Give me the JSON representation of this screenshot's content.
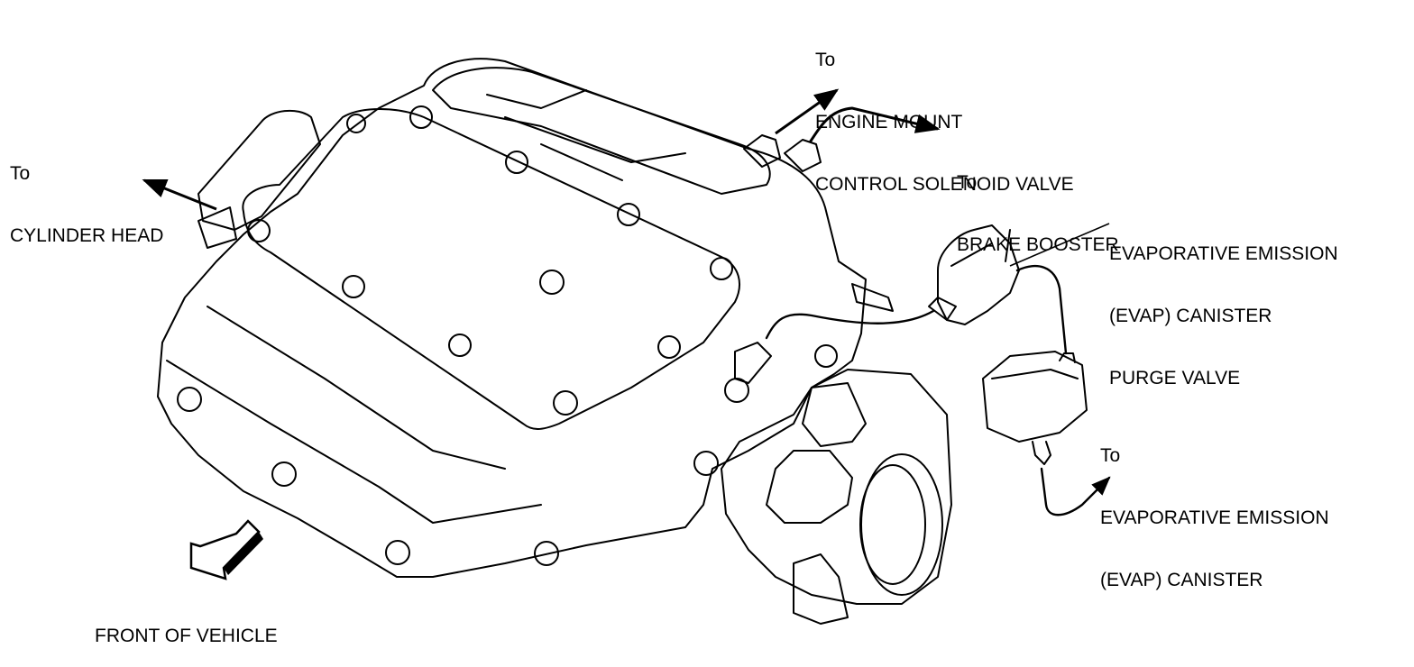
{
  "colors": {
    "line": "#000000",
    "background": "#ffffff"
  },
  "labels": {
    "engine_mount": [
      "To",
      "ENGINE MOUNT",
      "CONTROL SOLENOID VALVE"
    ],
    "cylinder_head": [
      "To",
      "CYLINDER HEAD"
    ],
    "brake_booster": [
      "To",
      "BRAKE BOOSTER"
    ],
    "purge_valve": [
      "EVAPORATIVE EMISSION",
      "(EVAP) CANISTER",
      "PURGE VALVE"
    ],
    "canister": [
      "To",
      "EVAPORATIVE EMISSION",
      "(EVAP) CANISTER"
    ],
    "front": [
      "FRONT OF VEHICLE"
    ]
  }
}
